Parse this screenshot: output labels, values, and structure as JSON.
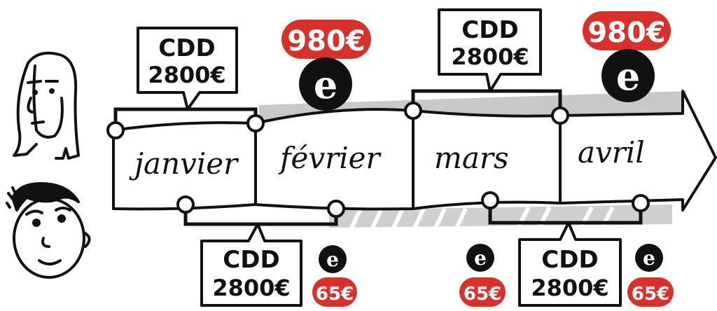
{
  "months": [
    "janvier",
    "février",
    "mars",
    "avril"
  ],
  "contracts": {
    "top": [
      {
        "line1": "CDD",
        "line2": "2800€"
      },
      {
        "line1": "CDD",
        "line2": "2800€"
      }
    ],
    "bottom": [
      {
        "line1": "CDD",
        "line2": "2800€"
      },
      {
        "line1": "CDD",
        "line2": "2800€"
      }
    ]
  },
  "allowances": {
    "top": [
      {
        "amount": "980€",
        "coin": "e"
      },
      {
        "amount": "980€",
        "coin": "e"
      }
    ],
    "bottom": [
      {
        "amount": "65€",
        "coin": "e"
      },
      {
        "amount": "65€",
        "coin": "e"
      },
      {
        "amount": "65€",
        "coin": "e"
      }
    ]
  },
  "colors": {
    "ink": "#111111",
    "red": "#d8312c",
    "shadow": "#c8c8c8"
  },
  "icons": [
    "woman-face-icon",
    "man-face-icon",
    "euro-coin-icon",
    "timeline-arrow-icon"
  ]
}
